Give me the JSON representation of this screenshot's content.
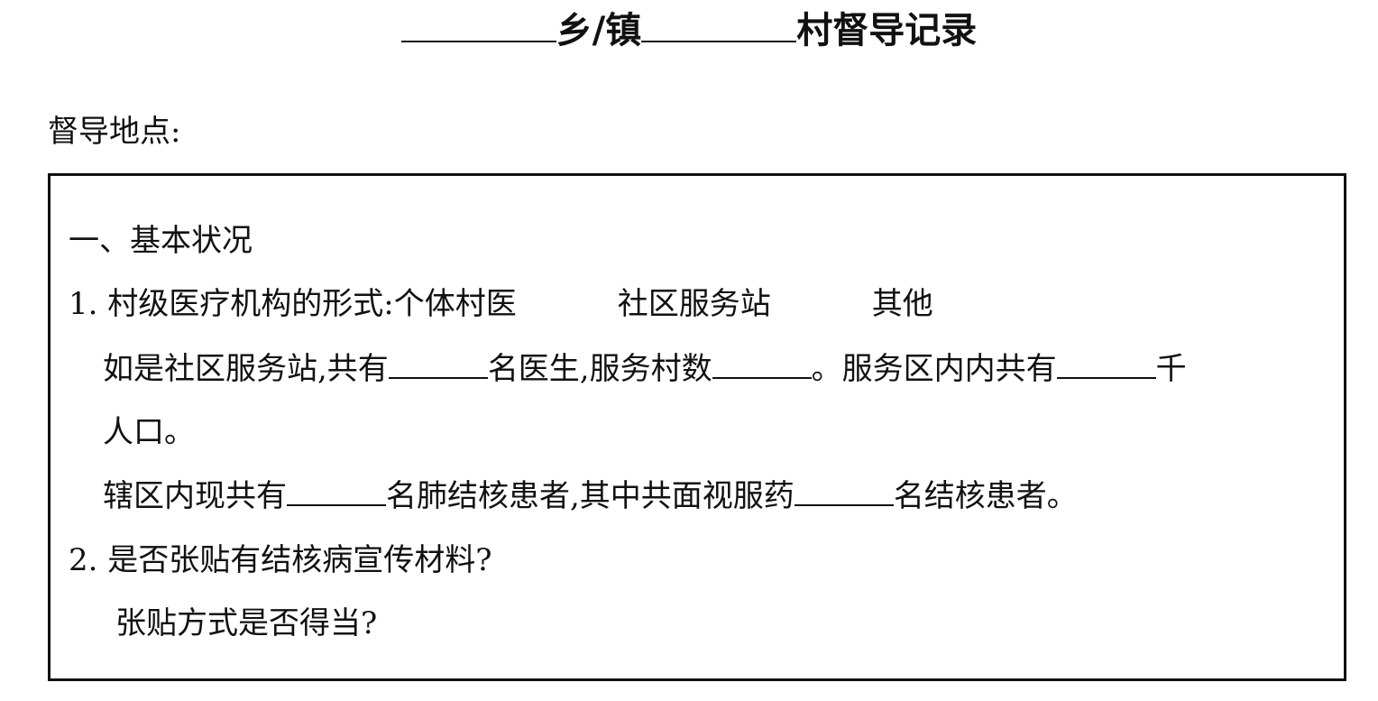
{
  "title": {
    "part1": "乡/镇",
    "part2": "村督导记录"
  },
  "location_label": "督导地点:",
  "section1": {
    "heading": "一、基本状况",
    "item1": {
      "number": "1.",
      "label": "村级医疗机构的形式:",
      "options": [
        "个体村医",
        "社区服务站",
        "其他"
      ],
      "line2": {
        "t1": "如是社区服务站,共有",
        "t2": "名医生,服务村数",
        "t3": "。服务区内内共有",
        "t4": "千"
      },
      "line3": "人口。",
      "line4": {
        "t1": "辖区内现共有",
        "t2": "名肺结核患者,其中共面视服药",
        "t3": "名结核患者。"
      }
    },
    "item2": {
      "number": "2.",
      "question": "是否张贴有结核病宣传材料?",
      "followup": "张贴方式是否得当?"
    }
  }
}
